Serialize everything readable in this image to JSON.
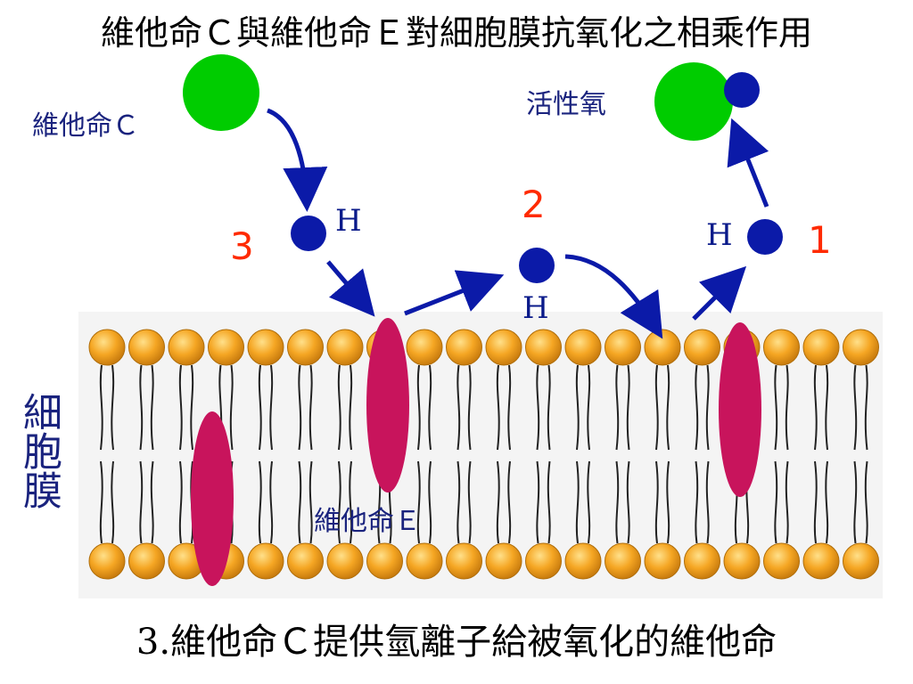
{
  "title": "維他命Ｃ與維他命Ｅ對細胞膜抗氧化之相乘作用",
  "labels": {
    "vitamin_c": "維他命Ｃ",
    "reactive_oxygen": "活性氧",
    "cell_membrane": "細胞膜",
    "vitamin_e": "維他命Ｅ",
    "hydrogen_left": "H",
    "hydrogen_middle": "H",
    "hydrogen_right": "H"
  },
  "step_numbers": {
    "one": "1",
    "two": "2",
    "three": "3"
  },
  "caption": "3.維他命Ｃ提供氫離子給被氧化的維他命",
  "colors": {
    "vitamin_c_circle": "#00cc00",
    "hydrogen_atom": "#0b1aa8",
    "vitamin_e_protein": "#c8145c",
    "lipid_head": "#f5a623",
    "step_number": "#ff2a00",
    "label_blue": "#1a237e"
  }
}
